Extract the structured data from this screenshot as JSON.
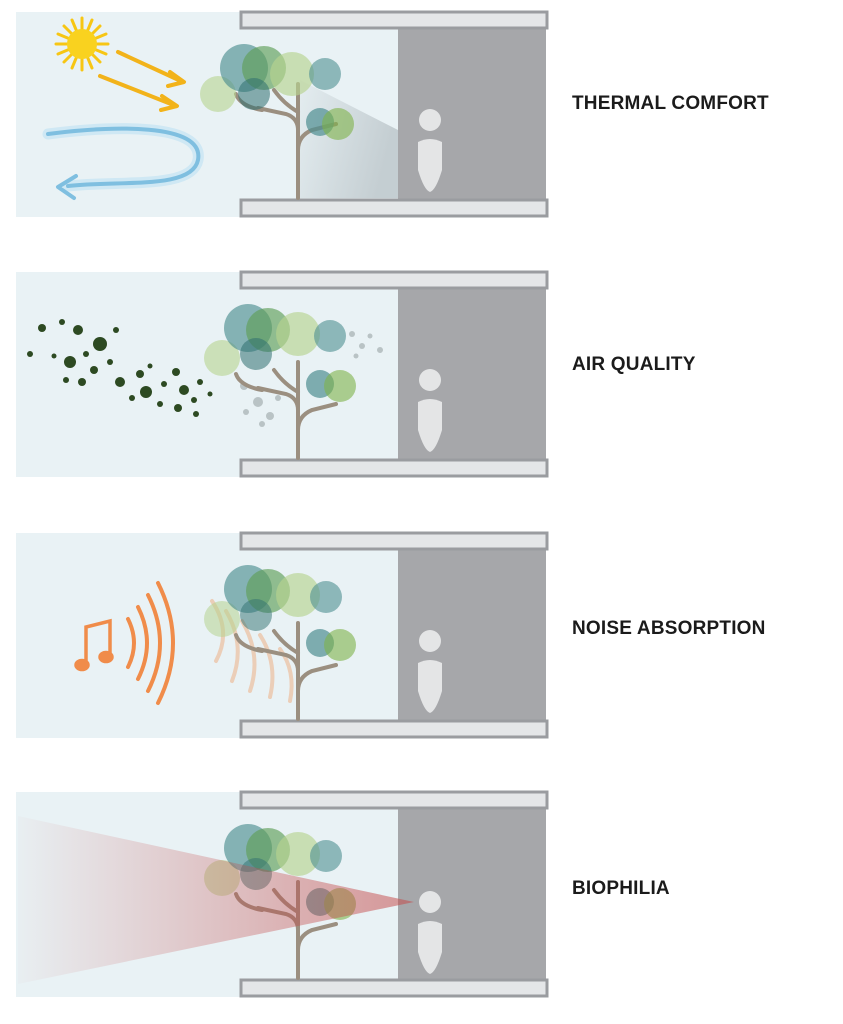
{
  "panels": [
    {
      "id": "thermal",
      "label": "THERMAL COMFORT"
    },
    {
      "id": "air",
      "label": "AIR QUALITY"
    },
    {
      "id": "noise",
      "label": "NOISE ABSORPTION"
    },
    {
      "id": "biophilia",
      "label": "BIOPHILIA"
    }
  ],
  "colors": {
    "exterior": "#e9f2f5",
    "wall": "#a6a7aa",
    "slab_fill": "#e4e6e8",
    "slab_stroke": "#9a9ca0",
    "person": "#e4e5e6",
    "trunk": "#9b8f80",
    "canopy_teal": "#4f8f91",
    "canopy_green": "#5f9e57",
    "canopy_light": "#b7d38f",
    "sun": "#f7c614",
    "sun_arrow": "#f2b31a",
    "air_arrow": "#7fbfe0",
    "particles": "#2d4a22",
    "sound": "#f08c4a",
    "view_cone": "#c44a4a"
  }
}
